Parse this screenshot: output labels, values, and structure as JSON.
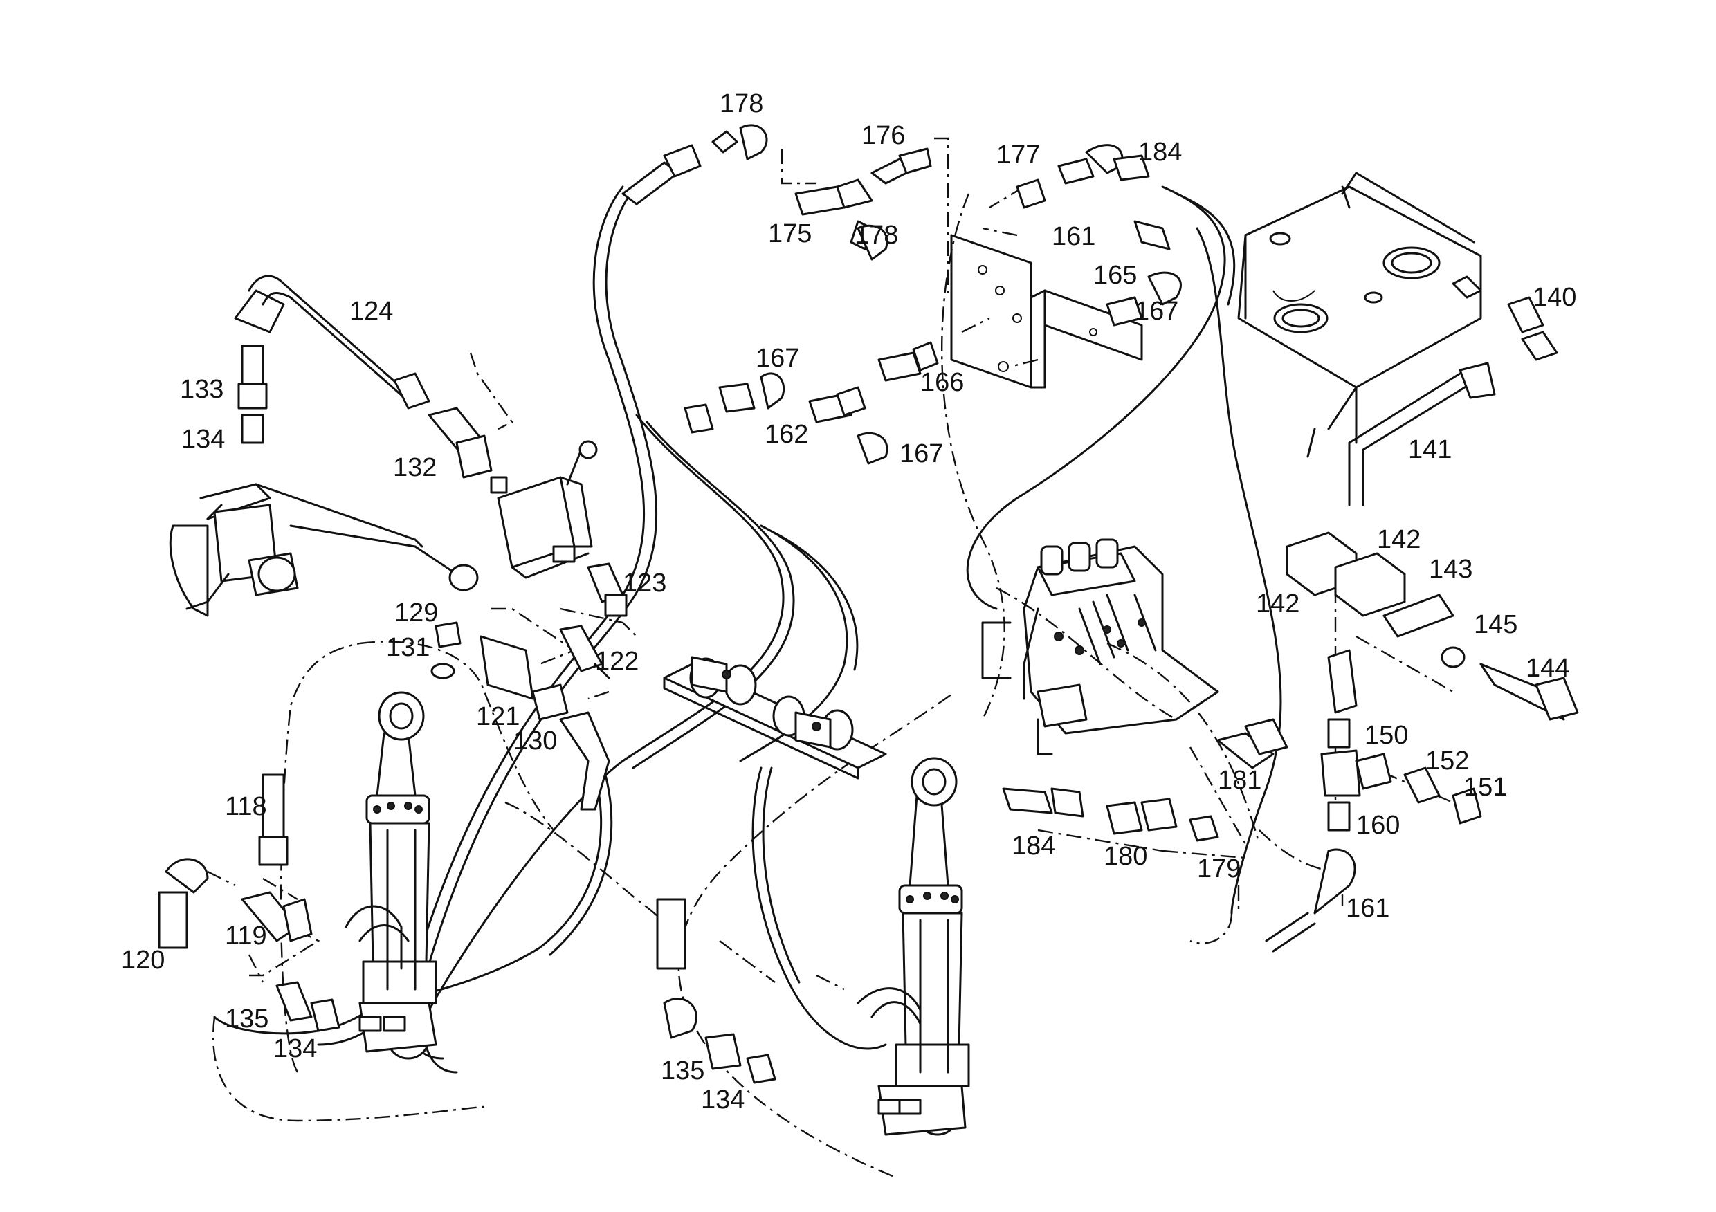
{
  "labels": {
    "l178a": "178",
    "l176": "176",
    "l175": "175",
    "l178b": "178",
    "l177": "177",
    "l184a": "184",
    "l161a": "161",
    "l165": "165",
    "l167a": "167",
    "l140": "140",
    "l124": "124",
    "l133a": "133",
    "l134a": "134",
    "l132": "132",
    "l167b": "167",
    "l166": "166",
    "l162": "162",
    "l167c": "167",
    "l141": "141",
    "l123": "123",
    "l129": "129",
    "l131": "131",
    "l122": "122",
    "l121": "121",
    "l130": "130",
    "l142a": "142",
    "l142b": "142",
    "l143": "143",
    "l145": "145",
    "l144": "144",
    "l150": "150",
    "l152": "152",
    "l151": "151",
    "l181": "181",
    "l118": "118",
    "l119": "119",
    "l120": "120",
    "l184b": "184",
    "l180": "180",
    "l179": "179",
    "l160": "160",
    "l161b": "161",
    "l135a": "135",
    "l134b": "134",
    "l135b": "135",
    "l134c": "134"
  }
}
